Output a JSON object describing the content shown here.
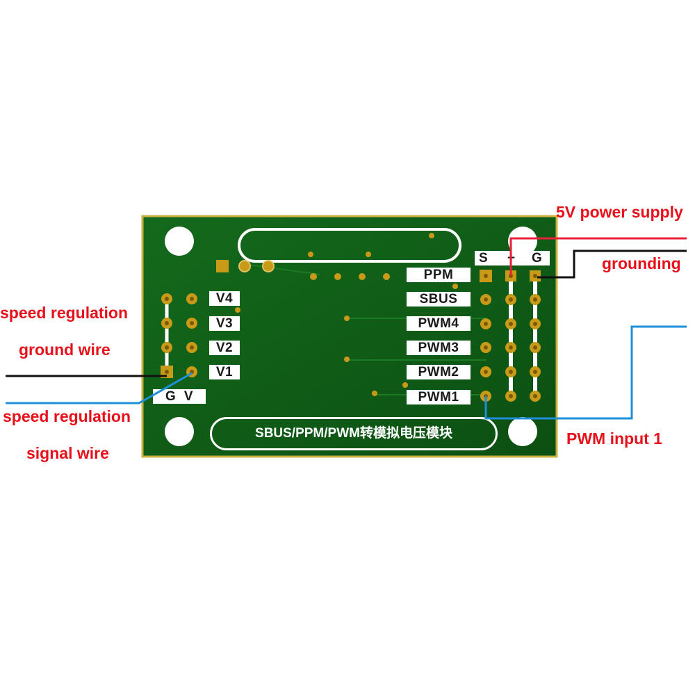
{
  "board": {
    "title_text": "SBUS/PPM/PWM转模拟电压模块",
    "colors": {
      "pcb": "#0f5a16",
      "edge": "#c8b040",
      "pad": "#c89a18",
      "silk": "#ffffff"
    }
  },
  "left_header": {
    "output_labels": [
      "V4",
      "V3",
      "V2",
      "V1"
    ],
    "pin_labels": [
      "G",
      "V"
    ]
  },
  "right_header": {
    "input_labels": [
      "PPM",
      "SBUS",
      "PWM4",
      "PWM3",
      "PWM2",
      "PWM1"
    ],
    "pin_labels": [
      "S",
      "+",
      "G"
    ]
  },
  "annotations": {
    "power": "5V power supply",
    "ground": "grounding",
    "speed_ground_line1": "speed regulation",
    "speed_ground_line2": "ground wire",
    "speed_signal_line1": "speed regulation",
    "speed_signal_line2": "signal wire",
    "pwm_input": "PWM input 1"
  },
  "wires": {
    "power": "#e8203a",
    "ground": "#111111",
    "signal": "#1e8fd8"
  }
}
